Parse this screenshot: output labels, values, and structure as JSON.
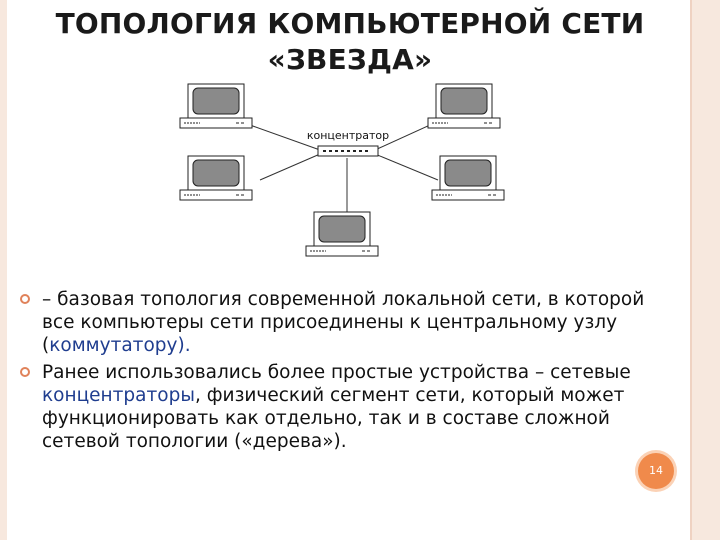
{
  "slide": {
    "title_line1": "ТОПОЛОГИЯ КОМПЬЮТЕРНОЙ СЕТИ",
    "title_line2": "«ЗВЕЗДА»",
    "page_number": "14"
  },
  "diagram": {
    "hub_label": "концентратор",
    "computers": [
      "computer-top-left",
      "computer-top-right",
      "computer-mid-left",
      "computer-mid-right",
      "computer-bottom"
    ]
  },
  "bullets": [
    {
      "pre": "– базовая топология современной локальной сети, в которой все компьютеры сети присоединены к центральному узлу (",
      "link": "коммутатору).",
      "post": ""
    },
    {
      "pre": "Ранее использовались более простые устройства – сетевые ",
      "link": "концентраторы",
      "post": ", физический сегмент сети, который может функционировать как отдельно, так и в составе сложной сетевой топологии («дерева»)."
    }
  ],
  "colors": {
    "accent": "#f08a4b",
    "link": "#1f3d8f",
    "frame": "#f7e8de"
  }
}
